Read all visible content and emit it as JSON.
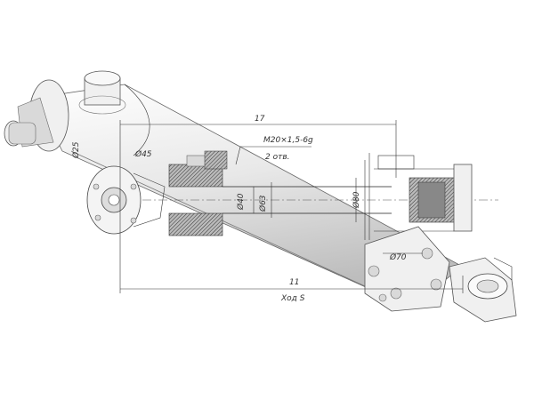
{
  "drawing": {
    "labels": {
      "dim_top": "17",
      "thread": "M20×1,5-6g",
      "thread_count": "2 отв.",
      "dia_left": "Ø45",
      "dia_side": "Ø25",
      "dia_rod": "Ø40",
      "dia_piston": "Ø63",
      "dia_bore": "Ø80",
      "dia_bottom": "Ø70",
      "dim_bottom": "11",
      "stroke": "Ход S"
    }
  }
}
